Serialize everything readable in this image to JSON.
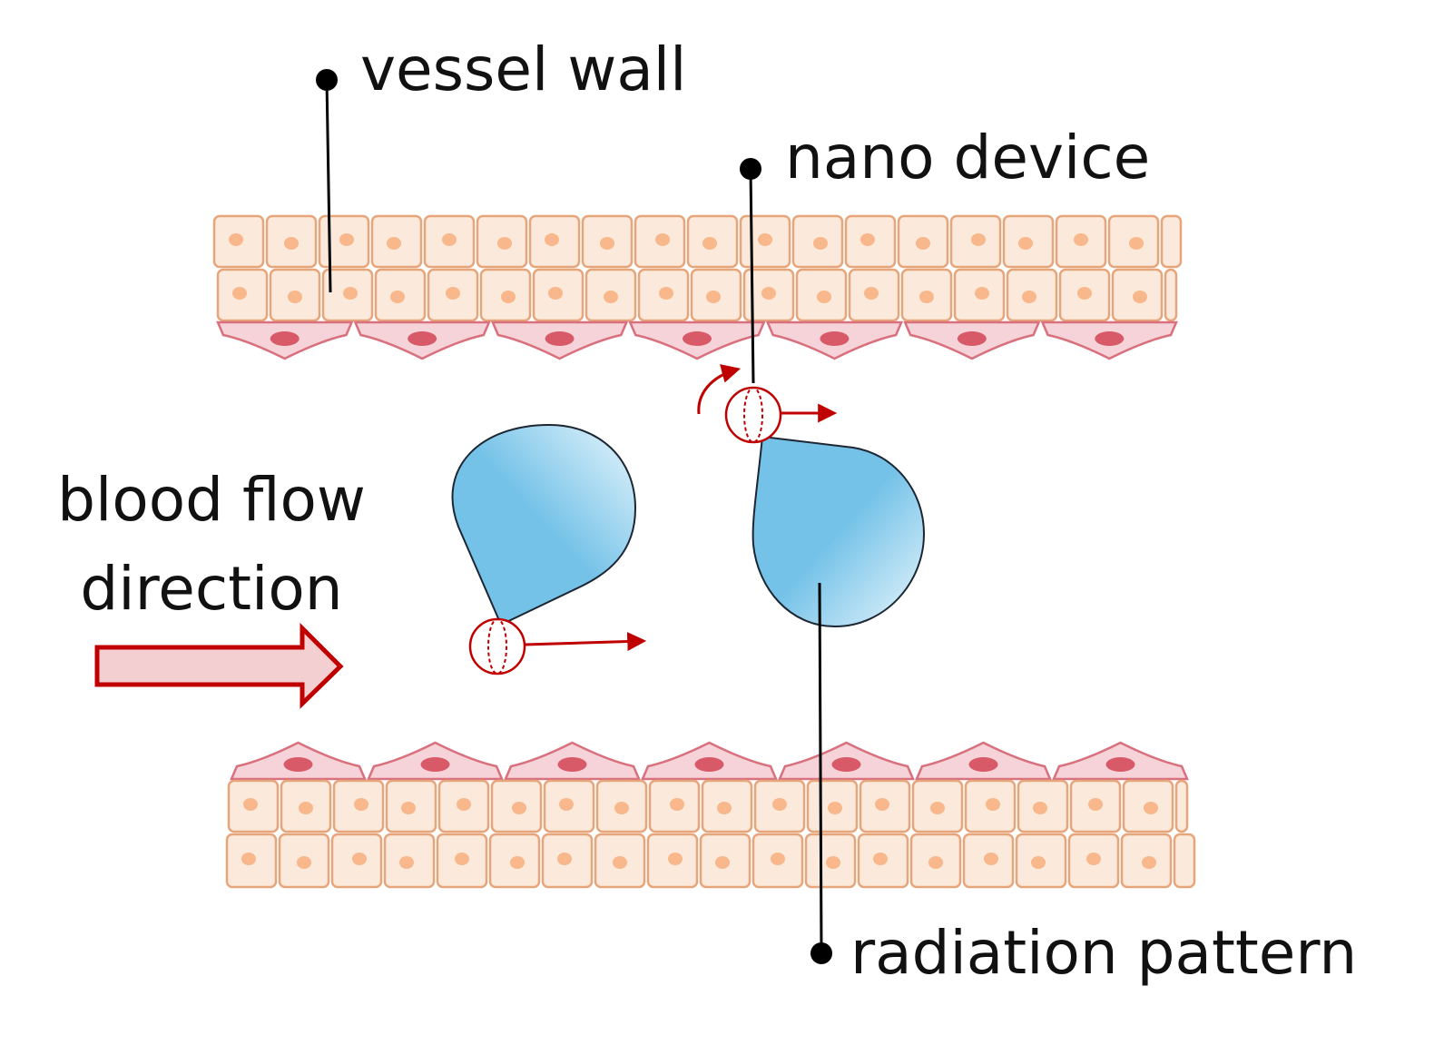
{
  "labels": {
    "vessel_wall": "vessel wall",
    "nano_device": "nano device",
    "blood_flow_line1": "blood flow",
    "blood_flow_line2": "direction",
    "radiation_pattern": "radiation pattern"
  },
  "colors": {
    "cell_fill": "#fbeadb",
    "cell_stroke": "#e7a57b",
    "cell_nucleus": "#f8b88c",
    "endothelium_fill": "#f6d3d8",
    "endothelium_stroke": "#d9707d",
    "endothelium_nucleus": "#d85a68",
    "lobe_light": "#d6eef9",
    "lobe_dark": "#72c1e8",
    "lobe_stroke": "#1d2733",
    "accent_red": "#c00000",
    "flow_arrow_fill": "#f4cfd2",
    "leader_line": "#000000"
  },
  "icons": {
    "nano_device": "sphere-with-dotted-meridian-icon",
    "velocity_vector": "red-arrow-icon",
    "rotation": "curved-red-arrow-icon",
    "blood_flow": "hollow-block-arrow-icon"
  }
}
